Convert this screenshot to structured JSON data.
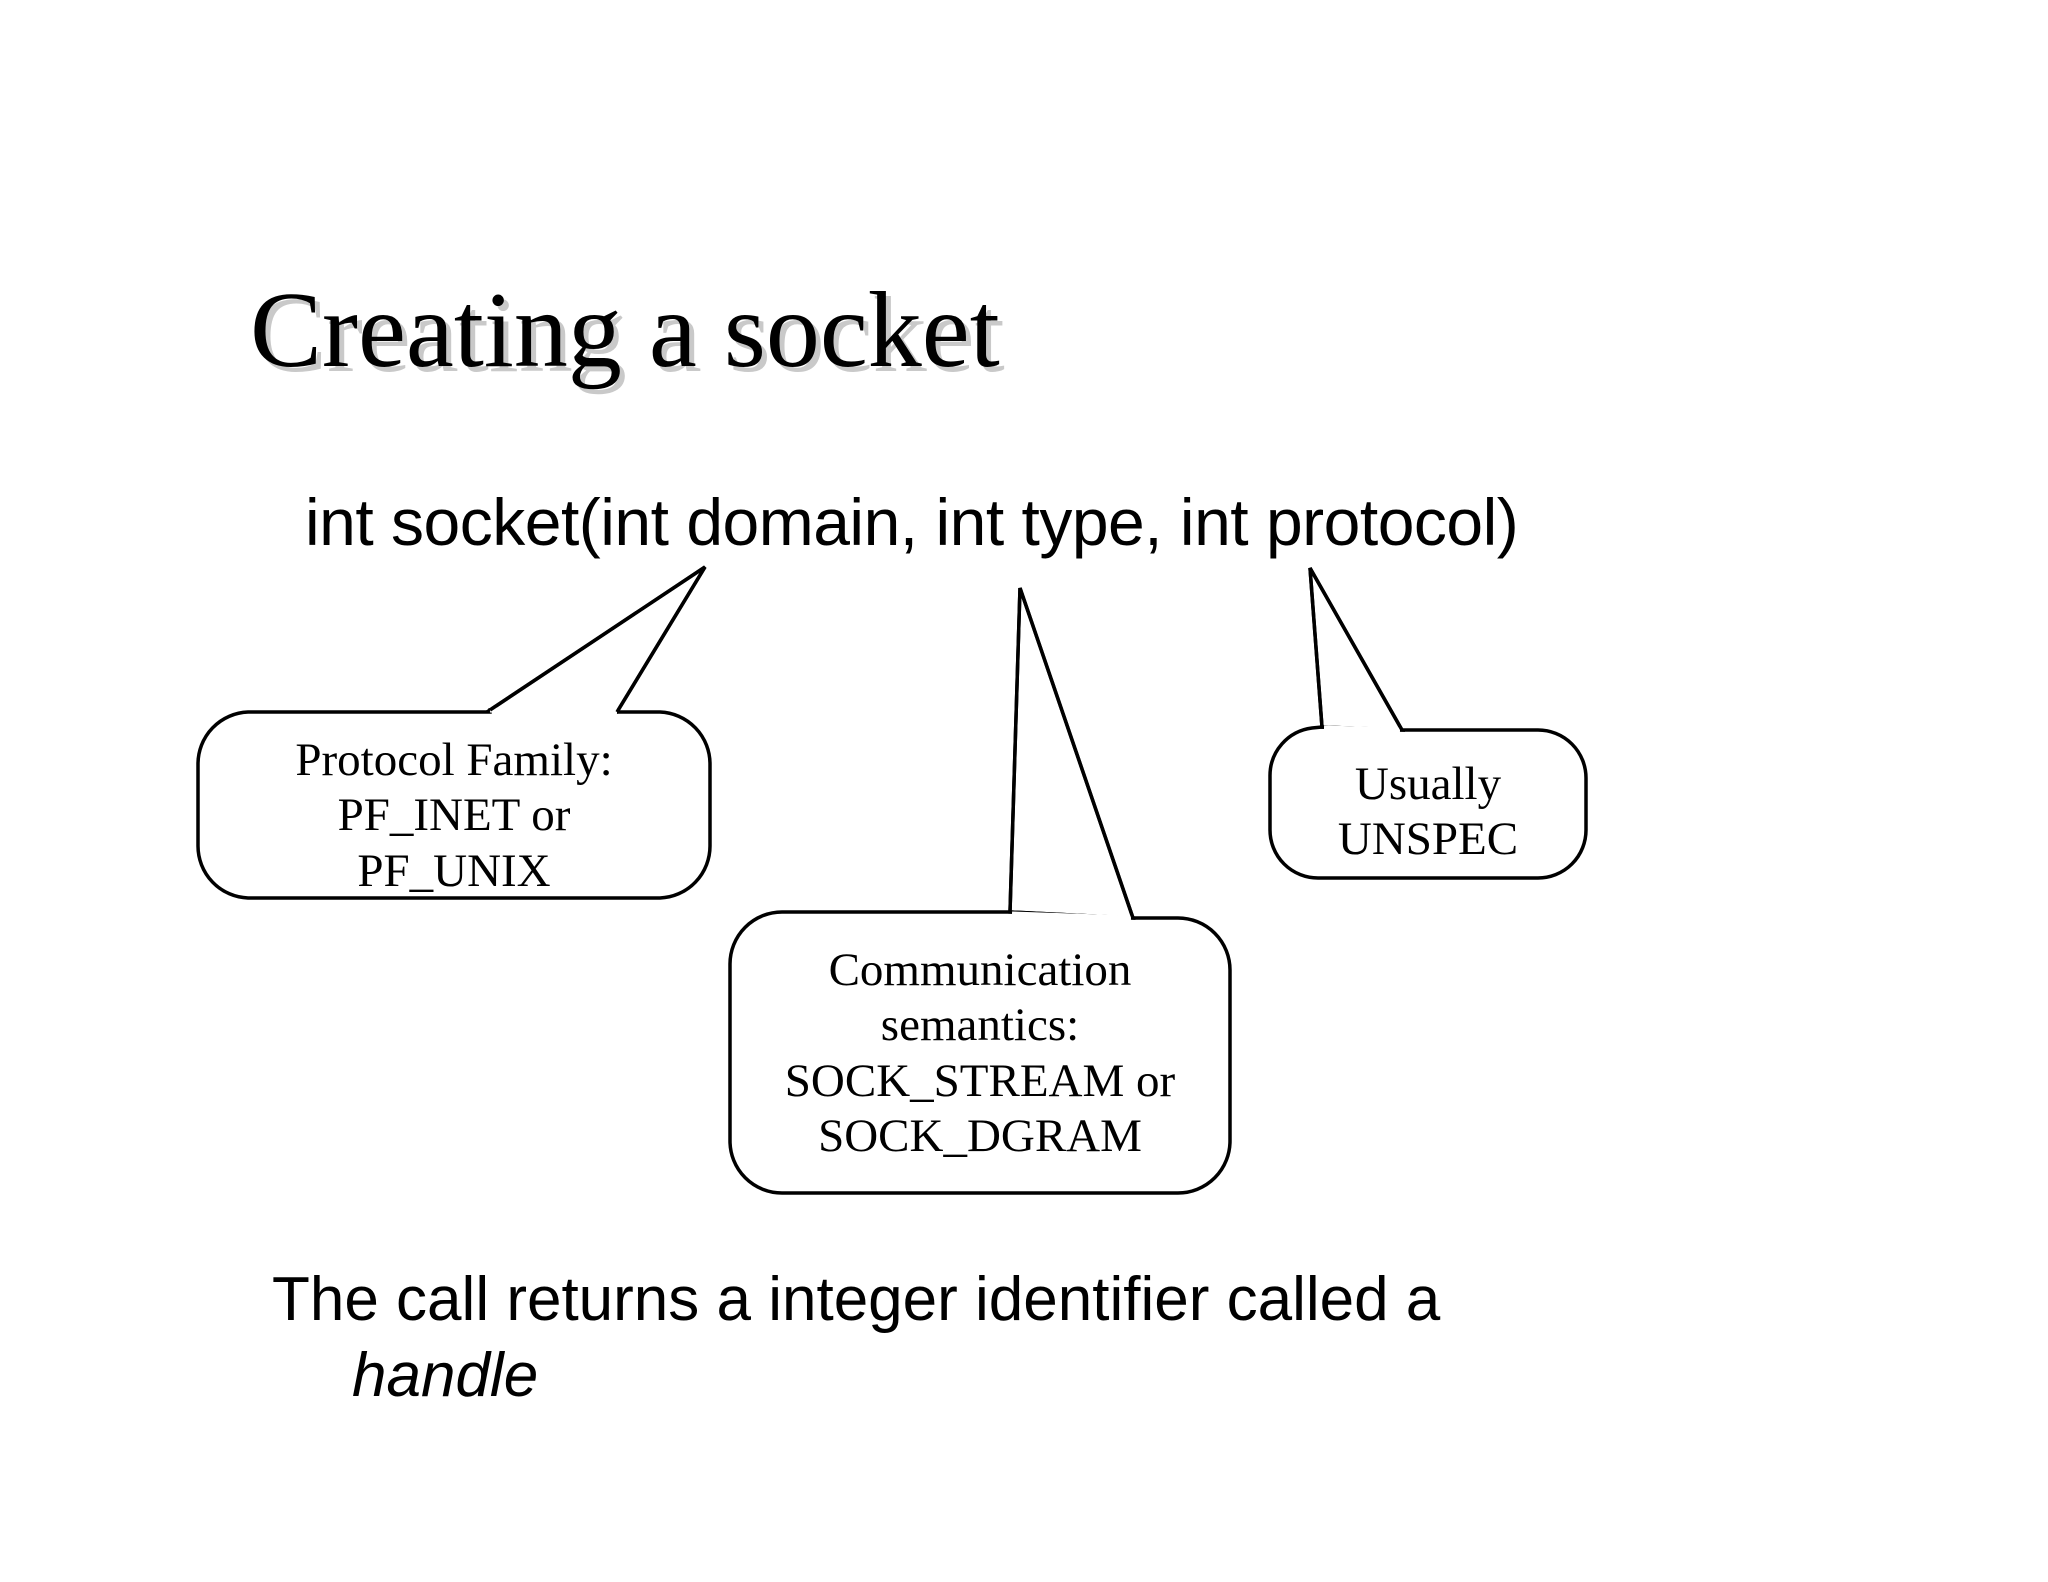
{
  "slide": {
    "title": "Creating a socket",
    "signature": "int socket(int domain, int type, int protocol)",
    "bottom_text_line1": "The call returns a integer identifier called a",
    "bottom_text_line2": "handle",
    "background_color": "#ffffff",
    "text_color": "#000000",
    "title_shadow_color": "#c9c9c9",
    "outline_color": "#000000"
  },
  "callouts": [
    {
      "id": "protocol-family",
      "text": "Protocol Family:\nPF_INET or\nPF_UNIX",
      "anchor_param": "domain"
    },
    {
      "id": "communication-semantics",
      "text": "Communication\nsemantics:\nSOCK_STREAM or\nSOCK_DGRAM",
      "anchor_param": "type"
    },
    {
      "id": "protocol-usually-unspec",
      "text": "Usually\nUNSPEC",
      "anchor_param": "protocol"
    }
  ]
}
